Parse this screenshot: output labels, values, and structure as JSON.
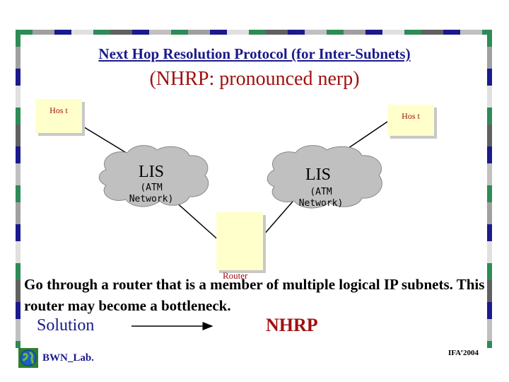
{
  "slide": {
    "title_line1": "Next Hop Resolution Protocol (for Inter-Subnets)",
    "title_line2": "(NHRP: pronounced nerp)"
  },
  "diagram": {
    "host_left": "Hos t",
    "host_right": "Hos t",
    "lis_left": {
      "title": "LIS",
      "sub_line1": "(ATM",
      "sub_line2": "Network)"
    },
    "lis_right": {
      "title": "LIS",
      "sub_line1": "(ATM",
      "sub_line2": "Network)"
    },
    "router": "Router"
  },
  "body_text": "Go through a router that is a member of multiple logical IP subnets.  This router may become a bottleneck.",
  "solution_label": "Solution",
  "nhrp_label": "NHRP",
  "footer": {
    "lab": "BWN_Lab.",
    "course": "IFA’2004"
  },
  "colors": {
    "title": "#1a1a8c",
    "accent_red": "#a01010",
    "box_fill": "#ffffcc",
    "cloud_fill": "#c0c0c0"
  }
}
